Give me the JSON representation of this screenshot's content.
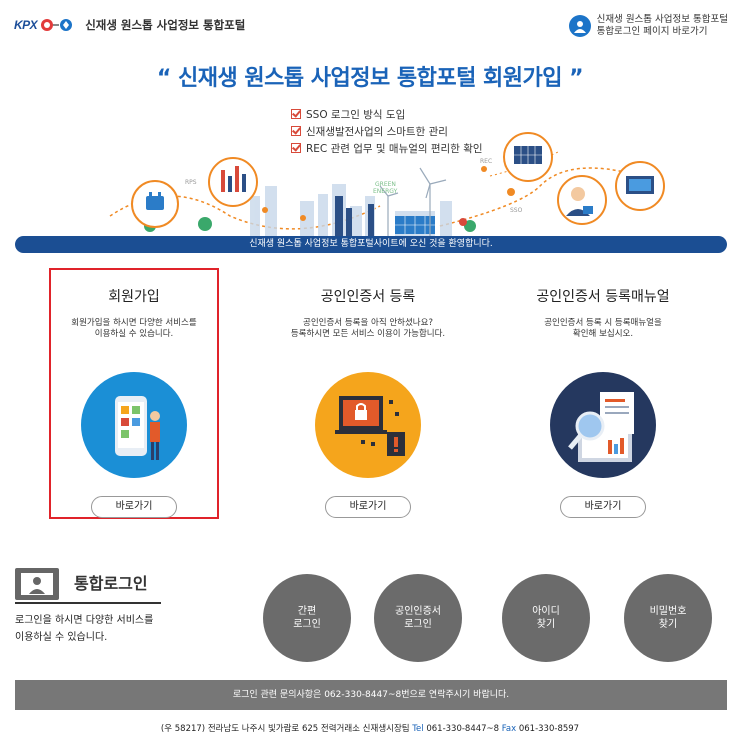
{
  "header": {
    "logo_kpx": "KPX",
    "title": "신재생 원스톱 사업정보 통합포털",
    "link_line1": "신재생 원스톱 사업정보 통합포털",
    "link_line2": "통합로그인 페이지 바로가기"
  },
  "hero": {
    "title": "“ 신재생 원스톱 사업정보 통합포털 회원가입 ”",
    "features": [
      "SSO 로그인 방식 도입",
      "신재생발전사업의 스마트한 관리",
      "REC 관련 업무 및 매뉴얼의 편리한 확인"
    ],
    "tags": {
      "rps": "RPS",
      "rec": "REC",
      "sso": "SSO",
      "green": "GREEN",
      "energy": "ENERGY"
    },
    "welcome": "신재생 원스톱 사업정보 통합포털사이트에 오신 것을 환영합니다."
  },
  "cards": [
    {
      "title": "회원가입",
      "desc1": "회원가입을 하시면 다양한 서비스를",
      "desc2": "이용하실 수 있습니다.",
      "button": "바로가기",
      "color": "#1b8fd6"
    },
    {
      "title": "공인인증서 등록",
      "desc1": "공인인증서 등록을 아직 안하셨나요?",
      "desc2": "등록하시면 모든 서비스 이용이 가능합니다.",
      "button": "바로가기",
      "color": "#f5a51c"
    },
    {
      "title": "공인인증서 등록매뉴얼",
      "desc1": "공인인증서 등록 시 등록매뉴얼을",
      "desc2": "확인해 보십시오.",
      "button": "바로가기",
      "color": "#25385f"
    }
  ],
  "login": {
    "title": "통합로그인",
    "desc1": "로그인을 하시면 다양한 서비스를",
    "desc2": "이용하실 수 있습니다.",
    "buttons": [
      {
        "line1": "간편",
        "line2": "로그인"
      },
      {
        "line1": "공인인증서",
        "line2": "로그인"
      },
      {
        "line1": "아이디",
        "line2": "찾기"
      },
      {
        "line1": "비밀번호",
        "line2": "찾기"
      }
    ]
  },
  "footer": {
    "contact": "로그인 관련 문의사항은 062-330-8447~8번으로 연락주시기 바랍니다.",
    "address": "(우 58217) 전라남도 나주시 빛가람로 625 전력거래소 신재생시장팀",
    "tel_label": "Tel",
    "tel": "061-330-8447~8",
    "fax_label": "Fax",
    "fax": "061-330-8597"
  },
  "colors": {
    "accent": "#1a63b8",
    "highlight": "#e0232a",
    "orange": "#f08a24",
    "dark_grey": "#6b6b6b"
  }
}
